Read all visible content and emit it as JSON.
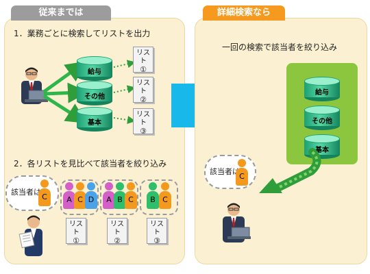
{
  "left_panel": {
    "tab_label": "従来までは",
    "step1": "1．業務ごとに検索してリストを出力",
    "step2": "2．各リストを見比べて該当者を絞り込み",
    "databases": [
      "給与",
      "その他",
      "基本"
    ],
    "lists": [
      {
        "label": "リスト",
        "num": "①"
      },
      {
        "label": "リスト",
        "num": "②"
      },
      {
        "label": "リスト",
        "num": "③"
      }
    ],
    "bubble_label": "該当者は",
    "bubble_value": "C",
    "groups": [
      {
        "letters": [
          "A",
          "C",
          "D"
        ],
        "list_label": "リスト",
        "list_num": "①"
      },
      {
        "letters": [
          "A",
          "B",
          "C"
        ],
        "list_label": "リスト",
        "list_num": "②"
      },
      {
        "letters": [
          "B",
          "C"
        ],
        "list_label": "リスト",
        "list_num": "③"
      }
    ]
  },
  "right_panel": {
    "tab_label": "詳細検索なら",
    "heading": "一回の検索で該当者を絞り込み",
    "databases": [
      "給与",
      "その他",
      "基本"
    ],
    "bubble_label": "該当者は",
    "bubble_value": "C"
  },
  "colors": {
    "panel_bg": "#fbf1d2",
    "left_tab": "#9c9c9c",
    "right_tab": "#f59a1f",
    "arrow_cyan": "#19b8ea",
    "green_arrow": "#2f9e3a",
    "db_box": "#8cc63f",
    "pawn_A": "#d45fc9",
    "pawn_B": "#2fbf6a",
    "pawn_C": "#f39a1e",
    "pawn_D": "#4aa2e8"
  }
}
